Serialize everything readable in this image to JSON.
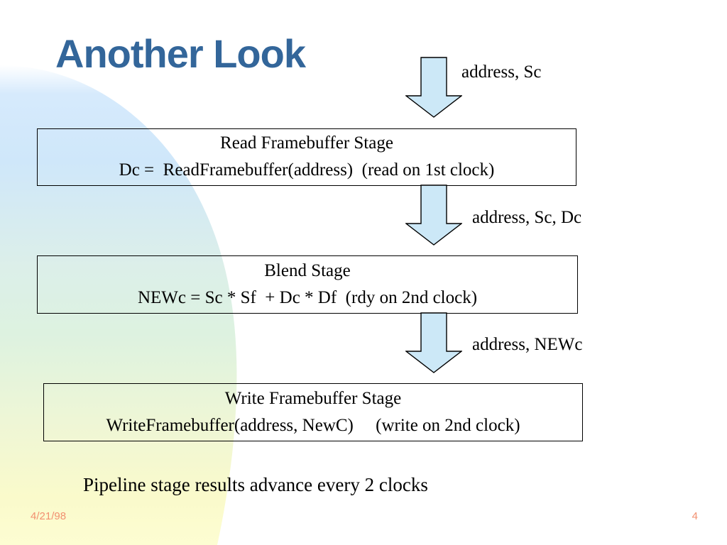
{
  "slide": {
    "title": "Another Look",
    "caption": "Pipeline stage results advance every 2 clocks"
  },
  "colors": {
    "title": "#33669a",
    "footer": "#f29070",
    "arrow_fill": "#cce8f7",
    "arrow_stroke": "#000000",
    "box_border": "#000000",
    "bg_top": "#cce6fa",
    "bg_mid": "#dcf2e2",
    "bg_bottom": "#fbfbcd"
  },
  "pipeline": {
    "stages": [
      {
        "name": "read-framebuffer-stage",
        "title": "Read Framebuffer Stage",
        "formula": "Dc =  ReadFramebuffer(address)  (read on 1st clock)"
      },
      {
        "name": "blend-stage",
        "title": "Blend Stage",
        "formula": "NEWc = Sc * Sf  + Dc * Df  (rdy on 2nd clock)"
      },
      {
        "name": "write-framebuffer-stage",
        "title": "Write Framebuffer Stage",
        "formula": "WriteFramebuffer(address, NewC)     (write on 2nd clock)"
      }
    ],
    "arrows": [
      {
        "name": "arrow-into-read",
        "label": "address, Sc"
      },
      {
        "name": "arrow-into-blend",
        "label": "address, Sc, Dc"
      },
      {
        "name": "arrow-into-write",
        "label": "address, NEWc"
      }
    ]
  },
  "footer": {
    "date": "4/21/98",
    "page_number": "4"
  }
}
